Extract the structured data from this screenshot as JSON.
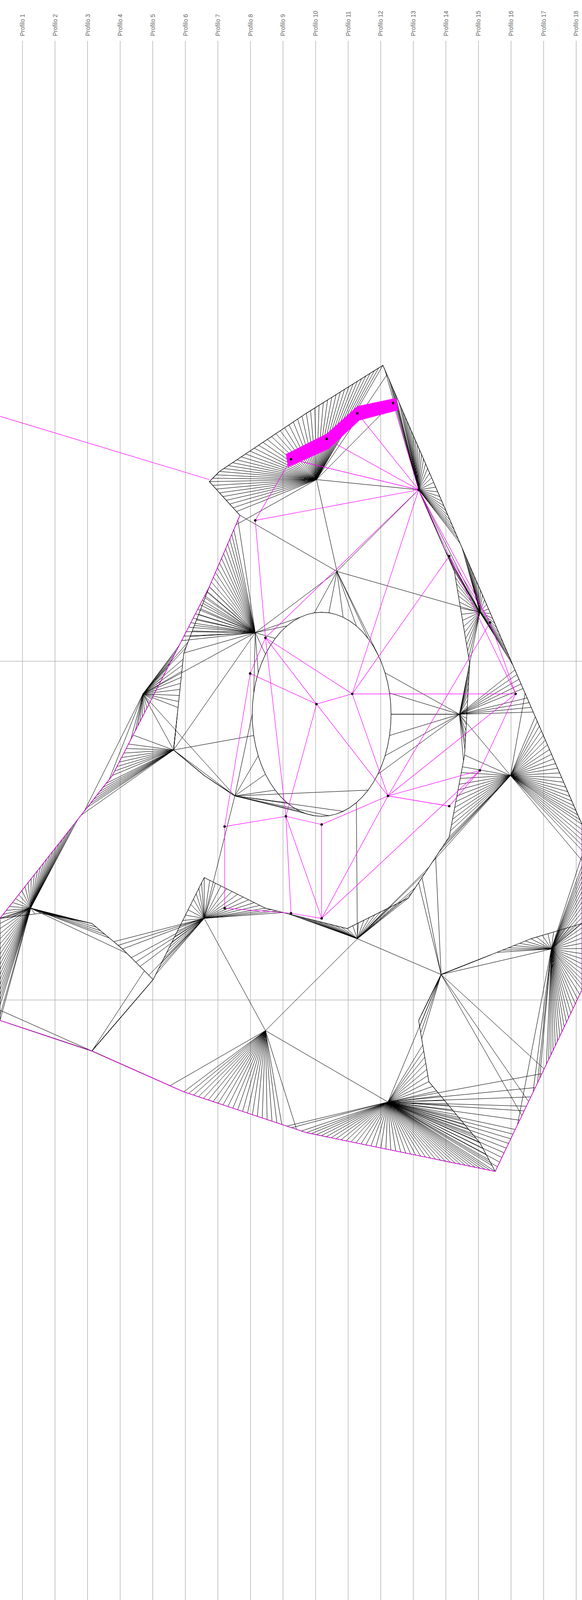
{
  "diagram": {
    "labels": [
      "Profilo 1",
      "Profilo 2",
      "Profilo 3",
      "Profilo 4",
      "Profilo 5",
      "Profilo 6",
      "Profilo 7",
      "Profilo 8",
      "Profilo 9",
      "Profilo 10",
      "Profilo 11",
      "Profilo 12",
      "Profilo 13",
      "Profilo 14",
      "Profilo 15",
      "Profilo 16",
      "Profilo 17",
      "Profilo 18"
    ]
  }
}
